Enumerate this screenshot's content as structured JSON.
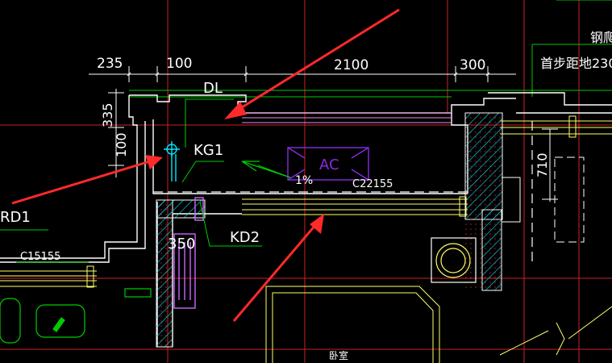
{
  "drawing": {
    "colors": {
      "background": "#000000",
      "wall": "#ffffff",
      "grid": "#cc2222",
      "dimension": "#ffffff",
      "annotation": "#00cc00",
      "window": "#ffff66",
      "hatch": "#00e5ff",
      "ac": "#8a2be2",
      "arrow": "#ff2a2a",
      "kd_pipe": "#cc66ff"
    },
    "dimensions": {
      "d235": "235",
      "d100": "100",
      "d2100": "2100",
      "d300": "300",
      "d335": "335",
      "d100v": "100",
      "d710": "710",
      "d350": "350"
    },
    "labels": {
      "dl": "DL",
      "kg1": "KG1",
      "kd2": "KD2",
      "rd1": "RD1",
      "ac": "AC",
      "slope": "1%",
      "c15155": "C15155",
      "c22155": "C22155",
      "room": "卧室",
      "top_right_1": "钢爬",
      "top_right_2": "首步距地230"
    },
    "icons": {
      "ac_unit": "ac-unit-icon",
      "floor_drain": "floor-drain-icon",
      "annotation_arrow": "annotation-arrow-icon",
      "round_fixture": "round-fixture-icon",
      "appliance": "appliance-icon"
    }
  }
}
